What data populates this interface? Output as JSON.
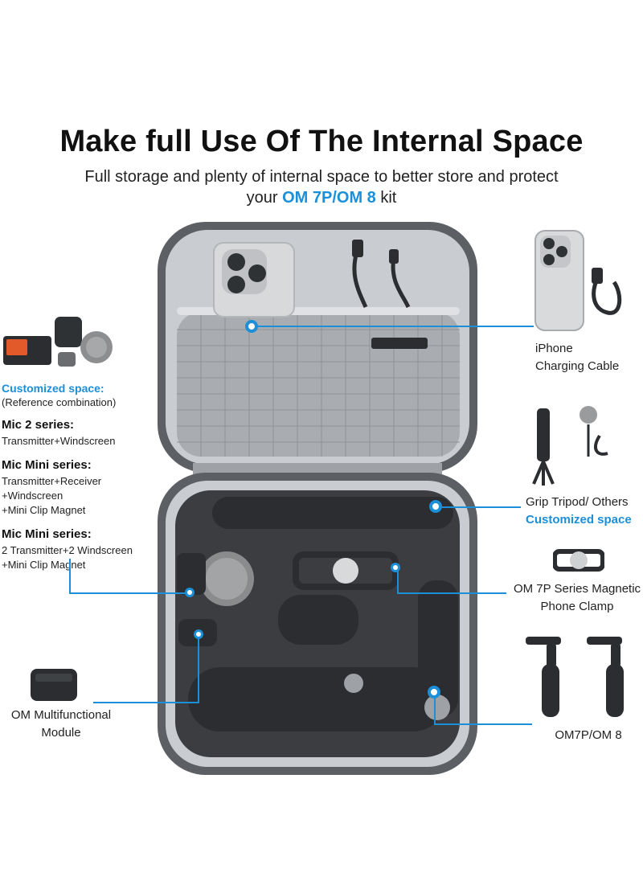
{
  "header": {
    "title": "Make full Use Of The Internal Space",
    "subtitle_line1": "Full storage and plenty of internal space to better store and protect",
    "subtitle_line2_prefix": "your ",
    "subtitle_line2_highlight": "OM 7P/OM 8",
    "subtitle_line2_suffix": " kit"
  },
  "left_panel": {
    "customized_title": "Customized space:",
    "customized_note": "(Reference combination)",
    "groups": [
      {
        "title": "Mic 2 series:",
        "lines": [
          "Transmitter+Windscreen"
        ]
      },
      {
        "title": "Mic Mini series:",
        "lines": [
          "Transmitter+Receiver",
          "+Windscreen",
          "+Mini Clip Magnet"
        ]
      },
      {
        "title": "Mic Mini series:",
        "lines": [
          "2 Transmitter+2 Windscreen",
          "+Mini Clip Magnet"
        ]
      }
    ],
    "module_label_line1": "OM Multifunctional",
    "module_label_line2": "Module"
  },
  "right_panel": {
    "iphone_line1": "iPhone",
    "iphone_line2": "Charging Cable",
    "tripod_line1": "Grip Tripod/ Others",
    "tripod_line2": "Customized space",
    "clamp_line1": "OM 7P Series Magnetic",
    "clamp_line2": "Phone Clamp",
    "gimbal_label": "OM7P/OM 8"
  },
  "colors": {
    "accent": "#1b8fd8",
    "case_shell": "#5c5f63",
    "case_lining": "#c9ccd0",
    "mesh": "#a9adb2",
    "foam": "#3b3d40",
    "device": "#2b2d30"
  }
}
